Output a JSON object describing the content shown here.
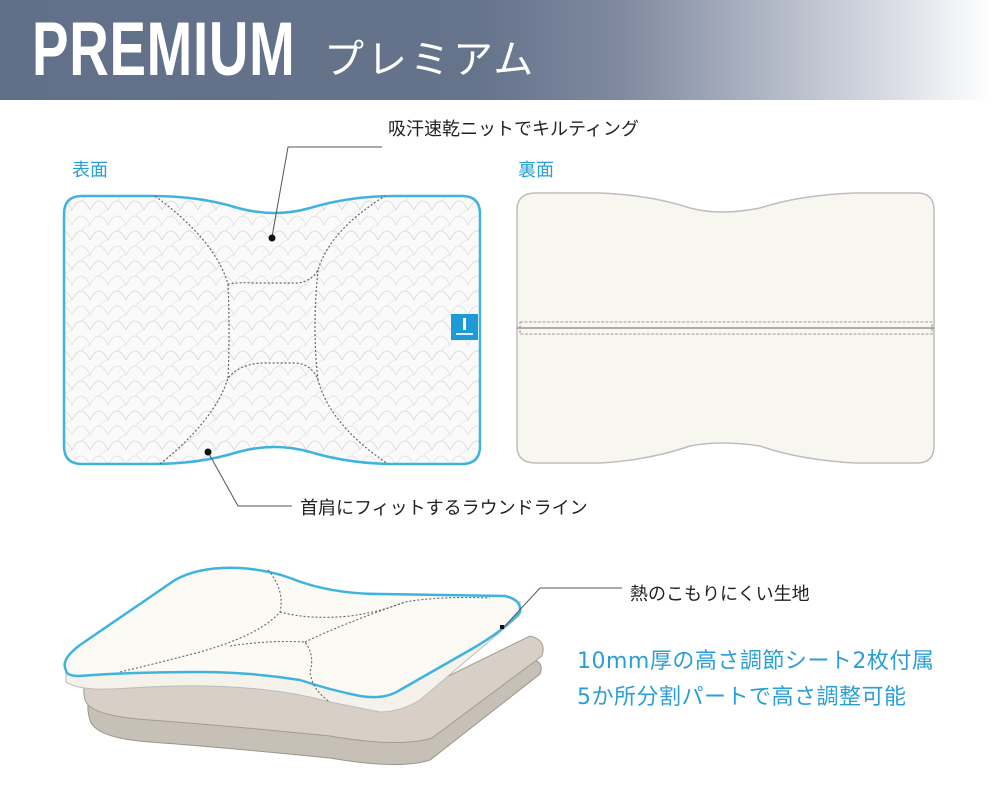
{
  "header": {
    "title": "PREMIUM",
    "subtitle": "プレミアム",
    "gradient_start": "#617089",
    "gradient_end": "#ffffff"
  },
  "top_diagram": {
    "front": {
      "label": "表面",
      "outline_color": "#3fb3e0",
      "tag_color": "#1e9ad6"
    },
    "back": {
      "label": "裏面",
      "fill_color": "#f8f7ef",
      "outline_color": "#bdbdbd"
    },
    "callouts": [
      {
        "text": "吸汗速乾ニットでキルティング"
      },
      {
        "text": "首肩にフィットするラウンドライン"
      }
    ]
  },
  "bottom_diagram": {
    "callout": {
      "text": "熱のこもりにくい生地"
    },
    "features": [
      {
        "text": "10mm厚の高さ調節シート2枚付属"
      },
      {
        "text": "5か所分割パートで高さ調整可能"
      }
    ],
    "accent_color": "#2a9fd6",
    "sheet_color": "#d8d0c6"
  }
}
